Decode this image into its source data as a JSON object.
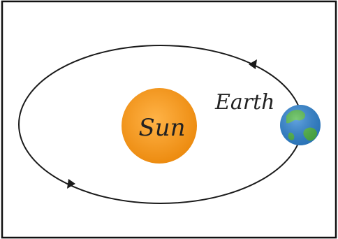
{
  "diagram": {
    "sun_label": "Sun",
    "earth_label": "Earth",
    "colors": {
      "sun_center": "#ffb347",
      "sun_edge": "#ec8a0e",
      "orbit": "#1a1a1a",
      "earth_ocean": "#2f86d6",
      "earth_land": "#4fb848",
      "frame": "#111111"
    },
    "icons": {
      "sun": "sun-disc",
      "earth": "earth-globe"
    },
    "orbit_direction": "counter-clockwise"
  }
}
